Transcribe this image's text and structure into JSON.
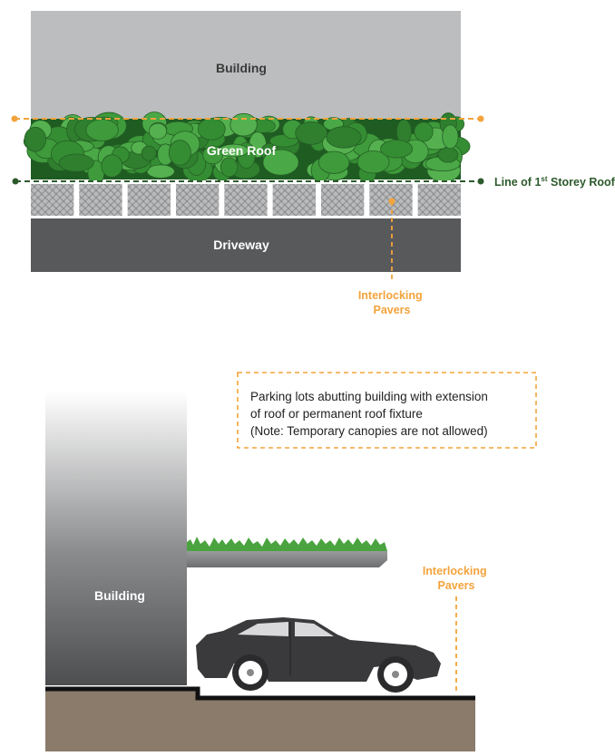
{
  "plan_view": {
    "building_label": "Building",
    "green_roof_label": "Green Roof",
    "driveway_label": "Driveway",
    "roof_line_label": "Line of 1",
    "roof_line_superscript": "st",
    "roof_line_label_suffix": " Storey Roof",
    "pavers_label_line1": "Interlocking",
    "pavers_label_line2": "Pavers"
  },
  "section_view": {
    "building_label": "Building",
    "note_line1": "Parking lots abutting building with extension",
    "note_line2": "of roof or permanent roof fixture",
    "note_line3": "(Note: Temporary canopies are not allowed)",
    "pavers_label_line1": "Interlocking",
    "pavers_label_line2": "Pavers"
  },
  "colors": {
    "building_plan": "#bcbdbf",
    "green_roof": "#3e9a3a",
    "green_roof_edge": "#1f5c22",
    "driveway": "#58595b",
    "pavers": "#b5b6b8",
    "accent_orange": "#f3a33b",
    "roof_line_green": "#2d5a2c",
    "ground": "#8b7b6b",
    "car": "#3a3a3c"
  }
}
